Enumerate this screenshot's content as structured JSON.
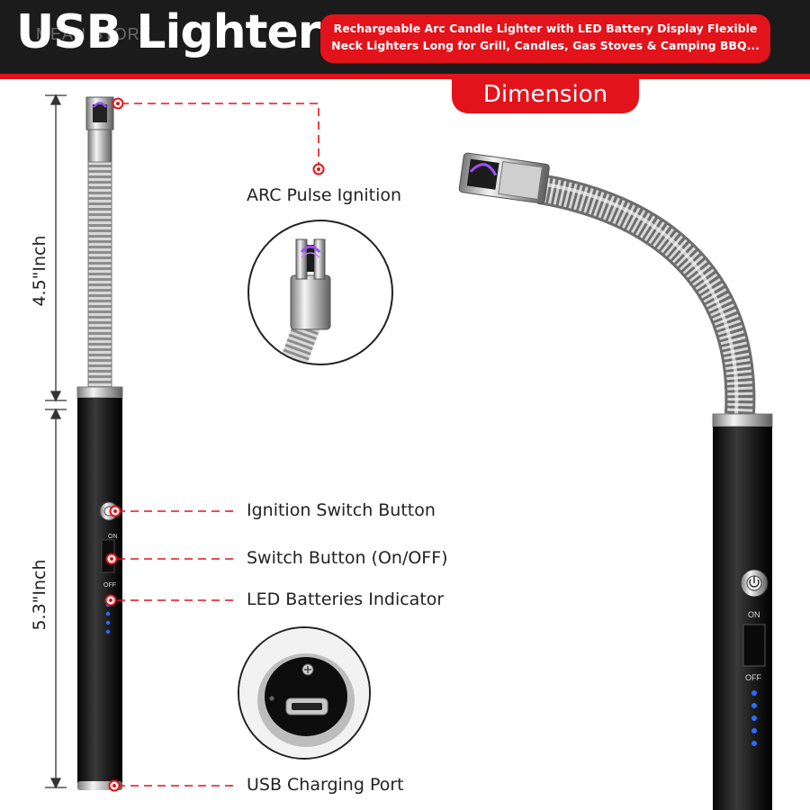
{
  "header": {
    "title": "USB Lighter",
    "watermark": "MEAN STORE",
    "subtitle": "Rechargeable Arc Candle Lighter with LED Battery Display Flexible Neck Lighters Long for Grill, Candles, Gas Stoves & Camping BBQ..."
  },
  "section_tab": "Dimension",
  "dimensions": {
    "upper": "4.5\"Inch",
    "lower": "5.3\"Inch"
  },
  "callouts": {
    "arc": "ARC Pulse Ignition",
    "ignition": "Ignition Switch Button",
    "switch": "Switch Button (On/OFF)",
    "led": "LED Batteries Indicator",
    "usb": "USB Charging Port"
  },
  "lighter_switch": {
    "on_label": "ON",
    "off_label": "OFF"
  },
  "colors": {
    "accent": "#e3131b",
    "header_bg": "#1b1b1b",
    "body_black": "#151515",
    "led_blue": "#2a6dff",
    "arc_purple": "#8a2be2"
  },
  "icons": [
    "lighter-left-image",
    "lighter-right-image",
    "arc-closeup-image",
    "usb-port-closeup-image",
    "callout-dot-icon"
  ]
}
